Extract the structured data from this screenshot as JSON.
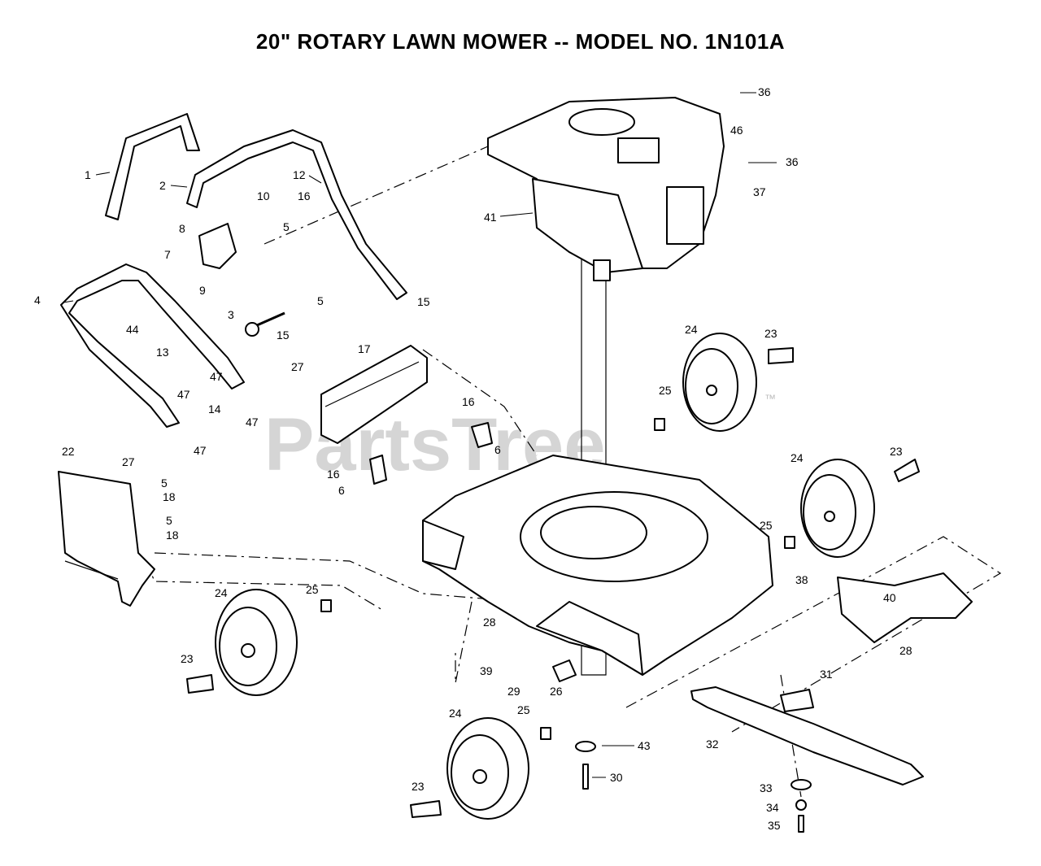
{
  "title": "20\" ROTARY LAWN MOWER -- MODEL NO. 1N101A",
  "watermark": "PartsTree",
  "watermark_mark": "™",
  "callouts": [
    {
      "label": "1"
    },
    {
      "label": "2"
    },
    {
      "label": "12"
    },
    {
      "label": "10"
    },
    {
      "label": "16"
    },
    {
      "label": "5"
    },
    {
      "label": "8"
    },
    {
      "label": "7"
    },
    {
      "label": "9"
    },
    {
      "label": "4"
    },
    {
      "label": "44"
    },
    {
      "label": "3"
    },
    {
      "label": "5"
    },
    {
      "label": "15"
    },
    {
      "label": "15"
    },
    {
      "label": "13"
    },
    {
      "label": "27"
    },
    {
      "label": "47"
    },
    {
      "label": "47"
    },
    {
      "label": "14"
    },
    {
      "label": "47"
    },
    {
      "label": "47"
    },
    {
      "label": "27"
    },
    {
      "label": "17"
    },
    {
      "label": "16"
    },
    {
      "label": "6"
    },
    {
      "label": "16"
    },
    {
      "label": "6"
    },
    {
      "label": "22"
    },
    {
      "label": "5"
    },
    {
      "label": "18"
    },
    {
      "label": "5"
    },
    {
      "label": "18"
    },
    {
      "label": "24"
    },
    {
      "label": "25"
    },
    {
      "label": "23"
    },
    {
      "label": "36"
    },
    {
      "label": "46"
    },
    {
      "label": "36"
    },
    {
      "label": "37"
    },
    {
      "label": "41"
    },
    {
      "label": "24"
    },
    {
      "label": "23"
    },
    {
      "label": "25"
    },
    {
      "label": "24"
    },
    {
      "label": "23"
    },
    {
      "label": "25"
    },
    {
      "label": "38"
    },
    {
      "label": "40"
    },
    {
      "label": "28"
    },
    {
      "label": "28"
    },
    {
      "label": "39"
    },
    {
      "label": "29"
    },
    {
      "label": "26"
    },
    {
      "label": "31"
    },
    {
      "label": "32"
    },
    {
      "label": "24"
    },
    {
      "label": "25"
    },
    {
      "label": "23"
    },
    {
      "label": "43"
    },
    {
      "label": "30"
    },
    {
      "label": "33"
    },
    {
      "label": "34"
    },
    {
      "label": "35"
    }
  ]
}
